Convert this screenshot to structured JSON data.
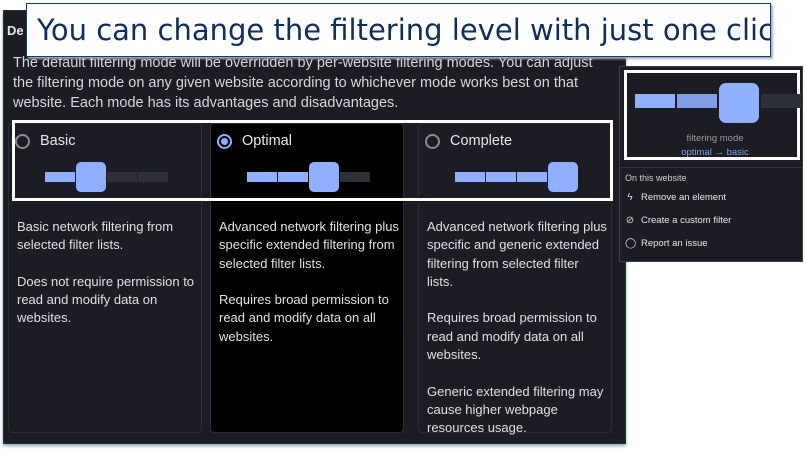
{
  "banner": {
    "text": "You can change the filtering level with just one click",
    "emoji": "face-with-monocle-emoji"
  },
  "panel": {
    "heading": "De",
    "description": "The default filtering mode will be overridden by per-website filtering modes. You can adjust the filtering mode on any given website according to whichever mode works best on that website. Each mode has its advantages and disadvantages.",
    "modes": [
      {
        "label": "Basic",
        "selected": false,
        "level": 1,
        "paragraphs": [
          "Basic network filtering from selected filter lists.",
          "Does not require permission to read and modify data on websites."
        ]
      },
      {
        "label": "Optimal",
        "selected": true,
        "level": 2,
        "paragraphs": [
          "Advanced network filtering plus specific extended filtering from selected filter lists.",
          "Requires broad permission to read and modify data on all websites."
        ]
      },
      {
        "label": "Complete",
        "selected": false,
        "level": 3,
        "paragraphs": [
          "Advanced network filtering plus specific and generic extended filtering from selected filter lists.",
          "Requires broad permission to read and modify data on all websites.",
          "Generic extended filtering may cause higher webpage resources usage."
        ]
      }
    ]
  },
  "popup": {
    "mode_label": "filtering mode",
    "from": "optimal",
    "arrow": "→",
    "to": "basic",
    "section": "On this website",
    "items": [
      {
        "label": "Remove an element",
        "icon": "lightning-icon"
      },
      {
        "label": "Create a custom filter",
        "icon": "eye-slash-icon"
      },
      {
        "label": "Report an issue",
        "icon": "comment-icon"
      }
    ]
  },
  "colors": {
    "accent": "#8fb0ff",
    "panel_bg": "#1c1d24",
    "banner_text": "#0e2e5e"
  }
}
